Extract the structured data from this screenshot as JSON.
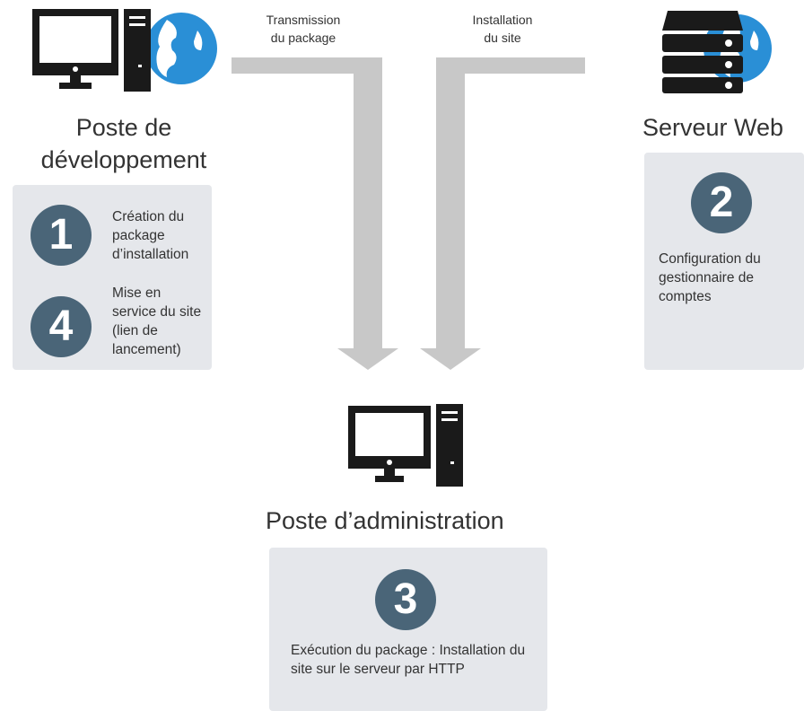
{
  "nodes": {
    "dev": {
      "title_line1": "Poste de",
      "title_line2": "développement",
      "icon": "desktop-computer-with-globe-icon"
    },
    "server": {
      "title": "Serveur Web",
      "icon": "server-rack-with-globe-icon"
    },
    "admin": {
      "title": "Poste d’administration",
      "icon": "desktop-computer-icon"
    }
  },
  "steps": {
    "s1": {
      "number": "1",
      "text": "Création du package d’installation"
    },
    "s2": {
      "number": "2",
      "text": "Configuration du gestionnaire de comptes"
    },
    "s3": {
      "number": "3",
      "text": "Exécution du package : Installation du site sur le serveur par HTTP"
    },
    "s4": {
      "number": "4",
      "text": "Mise en service du site (lien de lancement)"
    }
  },
  "flows": {
    "transmission_line1": "Transmission",
    "transmission_line2": "du package",
    "installation_line1": "Installation",
    "installation_line2": "du site"
  },
  "colors": {
    "badge": "#4a6578",
    "panel": "#e5e7eb",
    "arrow": "#c8c8c8",
    "icon_dark": "#1a1a1a",
    "globe": "#2a8fd6"
  }
}
